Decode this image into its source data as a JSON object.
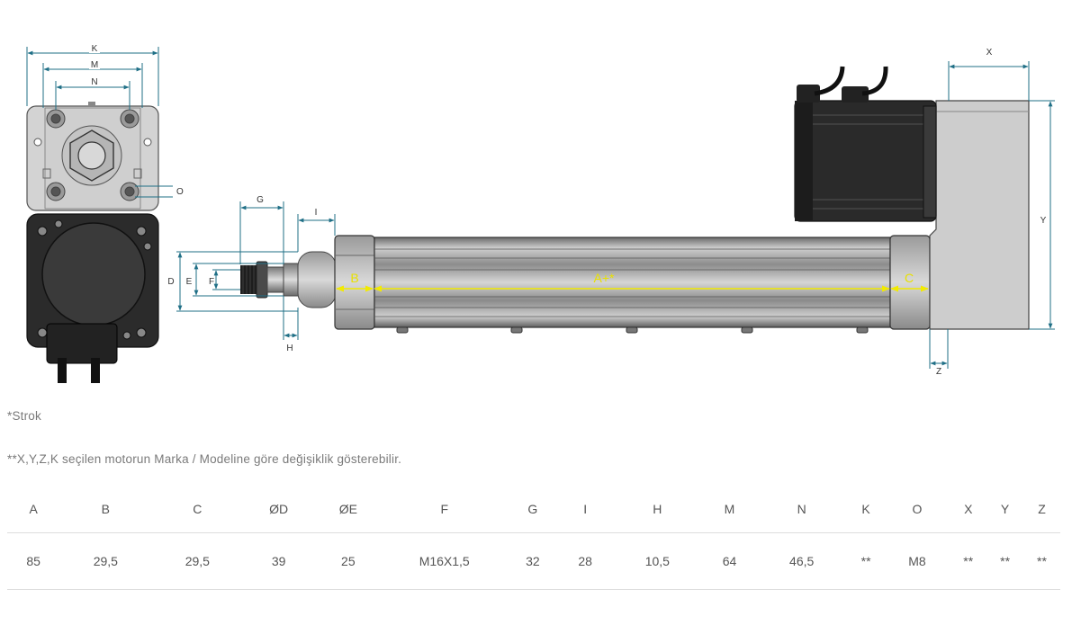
{
  "drawing": {
    "end_view_labels": {
      "k": "K",
      "m": "M",
      "n": "N",
      "o": "O"
    },
    "side_view_labels": {
      "g": "G",
      "i": "I",
      "d": "D",
      "e": "E",
      "f": "F",
      "h": "H",
      "b": "B",
      "a": "A+*",
      "c": "C",
      "x": "X",
      "y": "Y",
      "z": "Z"
    },
    "colors": {
      "dimension_line": "#1f6f86",
      "highlight_label": "#f2ea00",
      "body_gray": "#c8c8c8",
      "motor_dark": "#2a2a2a"
    }
  },
  "notes": {
    "stroke": "*Strok",
    "motor": "**X,Y,Z,K seçilen motorun Marka / Modeline göre değişiklik gösterebilir."
  },
  "table": {
    "headers": [
      "A",
      "B",
      "C",
      "ØD",
      "ØE",
      "F",
      "G",
      "I",
      "H",
      "M",
      "N",
      "K",
      "O",
      "X",
      "Y",
      "Z"
    ],
    "rows": [
      [
        "85",
        "29,5",
        "29,5",
        "39",
        "25",
        "M16X1,5",
        "32",
        "28",
        "10,5",
        "64",
        "46,5",
        "**",
        "M8",
        "**",
        "**",
        "**"
      ]
    ]
  }
}
